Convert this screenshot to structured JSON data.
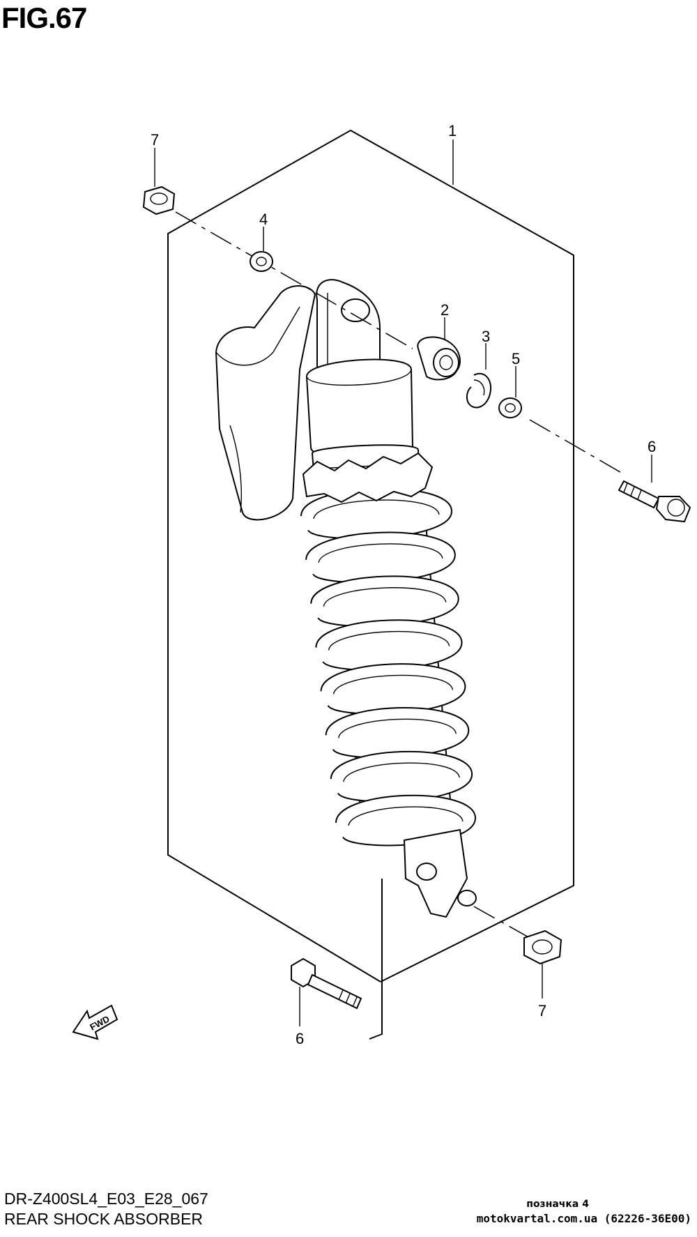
{
  "figure": {
    "title": "FIG.67"
  },
  "callouts": [
    {
      "id": "c1",
      "label": "1"
    },
    {
      "id": "c2",
      "label": "2"
    },
    {
      "id": "c3",
      "label": "3"
    },
    {
      "id": "c4",
      "label": "4"
    },
    {
      "id": "c5",
      "label": "5"
    },
    {
      "id": "c6a",
      "label": "6"
    },
    {
      "id": "c6b",
      "label": "6"
    },
    {
      "id": "c7a",
      "label": "7"
    },
    {
      "id": "c7b",
      "label": "7"
    }
  ],
  "fwd_label": "FWD",
  "footer": {
    "model_code": "DR-Z400SL4_E03_E28_067",
    "section": "REAR SHOCK ABSORBER"
  },
  "stamp": {
    "line1": "позначка 4",
    "line2": "motokvartal.com.ua (62226-36E00)"
  }
}
